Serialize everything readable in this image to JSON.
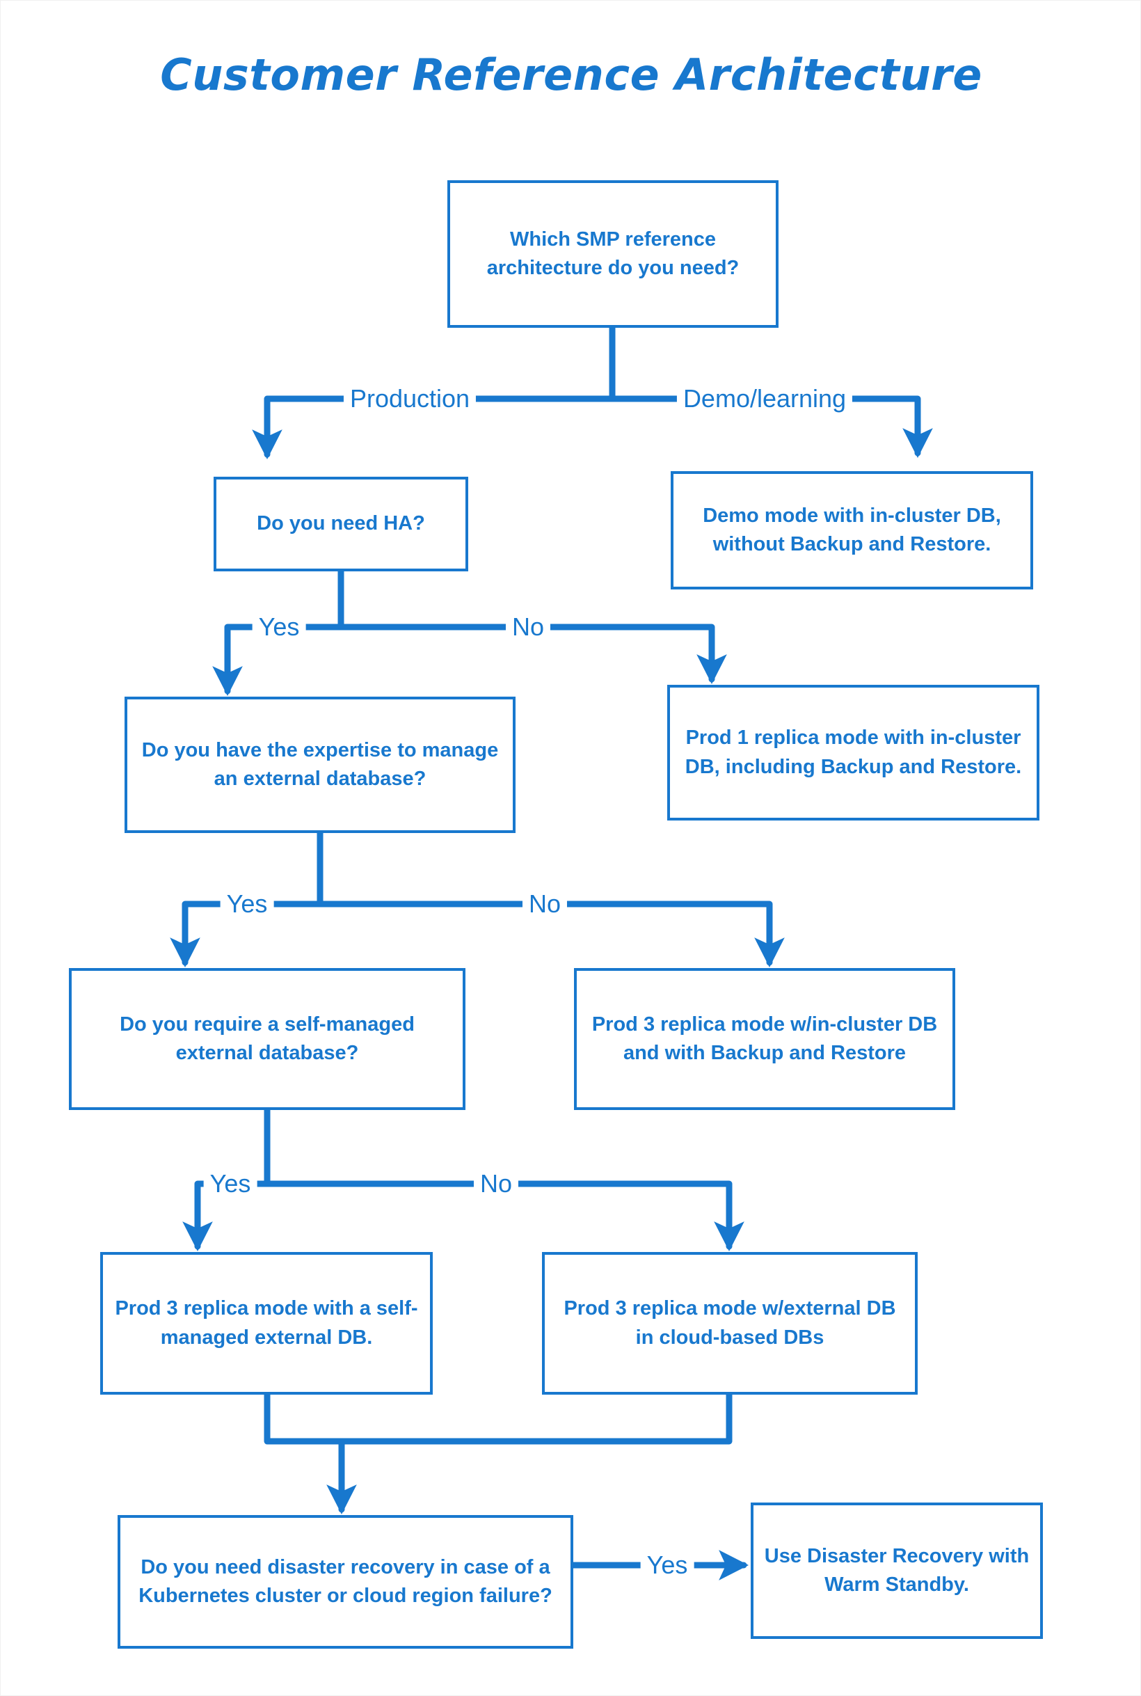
{
  "page": {
    "title": "Customer Reference Architecture",
    "accent_color": "#1878CE",
    "background_color": "#FFFFFF"
  },
  "chart_data": {
    "type": "diagram",
    "subtype": "decision-flowchart",
    "title": "Customer Reference Architecture",
    "nodes": [
      {
        "id": "n1",
        "label": "Which SMP reference architecture do you need?",
        "kind": "decision"
      },
      {
        "id": "n2",
        "label": "Do you need HA?",
        "kind": "decision"
      },
      {
        "id": "n3",
        "label": "Demo mode with in-cluster DB, without Backup and Restore.",
        "kind": "outcome"
      },
      {
        "id": "n4",
        "label": "Do you have the expertise to manage an external database?",
        "kind": "decision"
      },
      {
        "id": "n5",
        "label": "Prod 1 replica mode with in-cluster DB, including Backup and Restore.",
        "kind": "outcome"
      },
      {
        "id": "n6",
        "label": "Do you require a self-managed external database?",
        "kind": "decision"
      },
      {
        "id": "n7",
        "label": "Prod 3 replica mode w/in-cluster DB and with Backup and Restore",
        "kind": "outcome"
      },
      {
        "id": "n8",
        "label": "Prod 3 replica mode with a self-managed external DB.",
        "kind": "outcome"
      },
      {
        "id": "n9",
        "label": "Prod 3 replica mode w/external DB in cloud-based DBs",
        "kind": "outcome"
      },
      {
        "id": "n10",
        "label": "Do you need disaster recovery in case of a Kubernetes cluster or cloud region failure?",
        "kind": "decision"
      },
      {
        "id": "n11",
        "label": "Use Disaster Recovery with Warm Standby.",
        "kind": "outcome"
      }
    ],
    "edges": [
      {
        "from": "n1",
        "to": "n2",
        "label": "Production"
      },
      {
        "from": "n1",
        "to": "n3",
        "label": "Demo/learning"
      },
      {
        "from": "n2",
        "to": "n4",
        "label": "Yes"
      },
      {
        "from": "n2",
        "to": "n5",
        "label": "No"
      },
      {
        "from": "n4",
        "to": "n6",
        "label": "Yes"
      },
      {
        "from": "n4",
        "to": "n7",
        "label": "No"
      },
      {
        "from": "n6",
        "to": "n8",
        "label": "Yes"
      },
      {
        "from": "n6",
        "to": "n9",
        "label": "No"
      },
      {
        "from": "n8",
        "to": "n10",
        "label": ""
      },
      {
        "from": "n9",
        "to": "n10",
        "label": ""
      },
      {
        "from": "n10",
        "to": "n11",
        "label": "Yes"
      }
    ]
  },
  "nodes": {
    "n1": "Which SMP reference architecture do you need?",
    "n2": "Do you need HA?",
    "n3": "Demo mode with in-cluster DB, without Backup and Restore.",
    "n4": "Do you have the expertise to manage an external database?",
    "n5": "Prod 1 replica mode with in-cluster DB, including Backup and Restore.",
    "n6": "Do you require a self-managed external database?",
    "n7": "Prod 3 replica mode w/in-cluster DB and with Backup and Restore",
    "n8": "Prod 3 replica mode with a self-managed external DB.",
    "n9": "Prod 3 replica mode w/external DB in cloud-based DBs",
    "n10": "Do you need disaster recovery in case of a Kubernetes cluster or cloud region failure?",
    "n11": "Use Disaster Recovery with Warm Standby."
  },
  "edge_labels": {
    "production": "Production",
    "demo_learning": "Demo/learning",
    "ha_yes": "Yes",
    "ha_no": "No",
    "expertise_yes": "Yes",
    "expertise_no": "No",
    "selfmanaged_yes": "Yes",
    "selfmanaged_no": "No",
    "dr_yes": "Yes"
  }
}
